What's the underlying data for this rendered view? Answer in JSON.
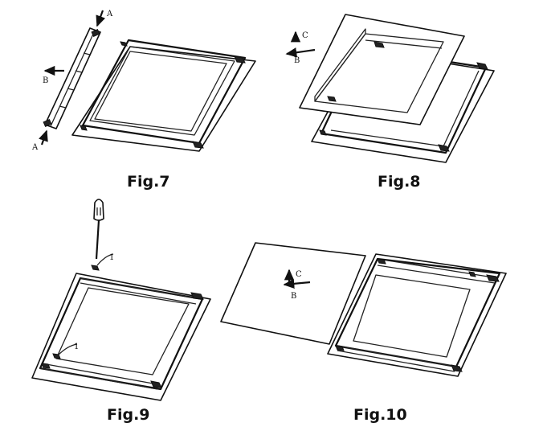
{
  "figures": [
    {
      "caption": "Fig.7",
      "labels": {
        "a_top": "A",
        "a_bottom": "A",
        "b": "B"
      }
    },
    {
      "caption": "Fig.8",
      "labels": {
        "c": "C",
        "b": "B"
      }
    },
    {
      "caption": "Fig.9",
      "labels": {
        "callout_top": "1",
        "callout_bottom": "1"
      }
    },
    {
      "caption": "Fig.10",
      "labels": {
        "c": "C",
        "b": "B"
      }
    }
  ],
  "icons": {
    "arrow": "arrow-icon",
    "screwdriver": "screwdriver-icon",
    "clip": "spring-clip-icon"
  }
}
